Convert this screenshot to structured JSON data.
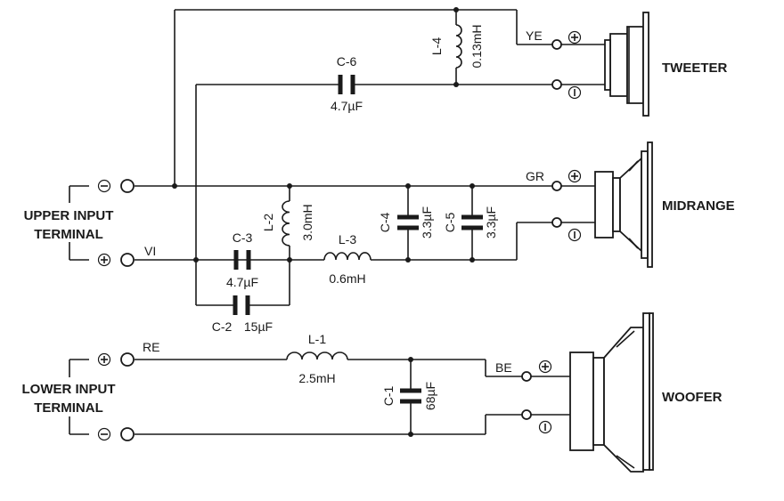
{
  "upper_input": {
    "line1": "UPPER INPUT",
    "line2": "TERMINAL",
    "neg_sign": "⊖",
    "pos_sign": "⊕",
    "tag": "VI"
  },
  "lower_input": {
    "line1": "LOWER INPUT",
    "line2": "TERMINAL",
    "pos_sign": "⊕",
    "neg_sign": "⊖",
    "tag": "RE"
  },
  "tweeter": {
    "name": "TWEETER",
    "tag": "YE",
    "pos_sign": "⊕",
    "neg_sign": "⊖"
  },
  "midrange": {
    "name": "MIDRANGE",
    "tag": "GR",
    "pos_sign": "⊕",
    "neg_sign": "⊖"
  },
  "woofer": {
    "name": "WOOFER",
    "tag": "BE",
    "pos_sign": "⊕",
    "neg_sign": "⊖"
  },
  "components": {
    "l4": {
      "ref": "L-4",
      "value": "0.13mH"
    },
    "c6": {
      "ref": "C-6",
      "value": "4.7µF"
    },
    "l2": {
      "ref": "L-2",
      "value": "3.0mH"
    },
    "c4": {
      "ref": "C-4",
      "value": "3.3µF"
    },
    "c5": {
      "ref": "C-5",
      "value": "3.3µF"
    },
    "c3": {
      "ref": "C-3",
      "value": "4.7µF"
    },
    "l3": {
      "ref": "L-3",
      "value": "0.6mH"
    },
    "c2": {
      "ref": "C-2",
      "value": "15µF"
    },
    "l1": {
      "ref": "L-1",
      "value": "2.5mH"
    },
    "c1": {
      "ref": "C-1",
      "value": "68µF"
    }
  }
}
